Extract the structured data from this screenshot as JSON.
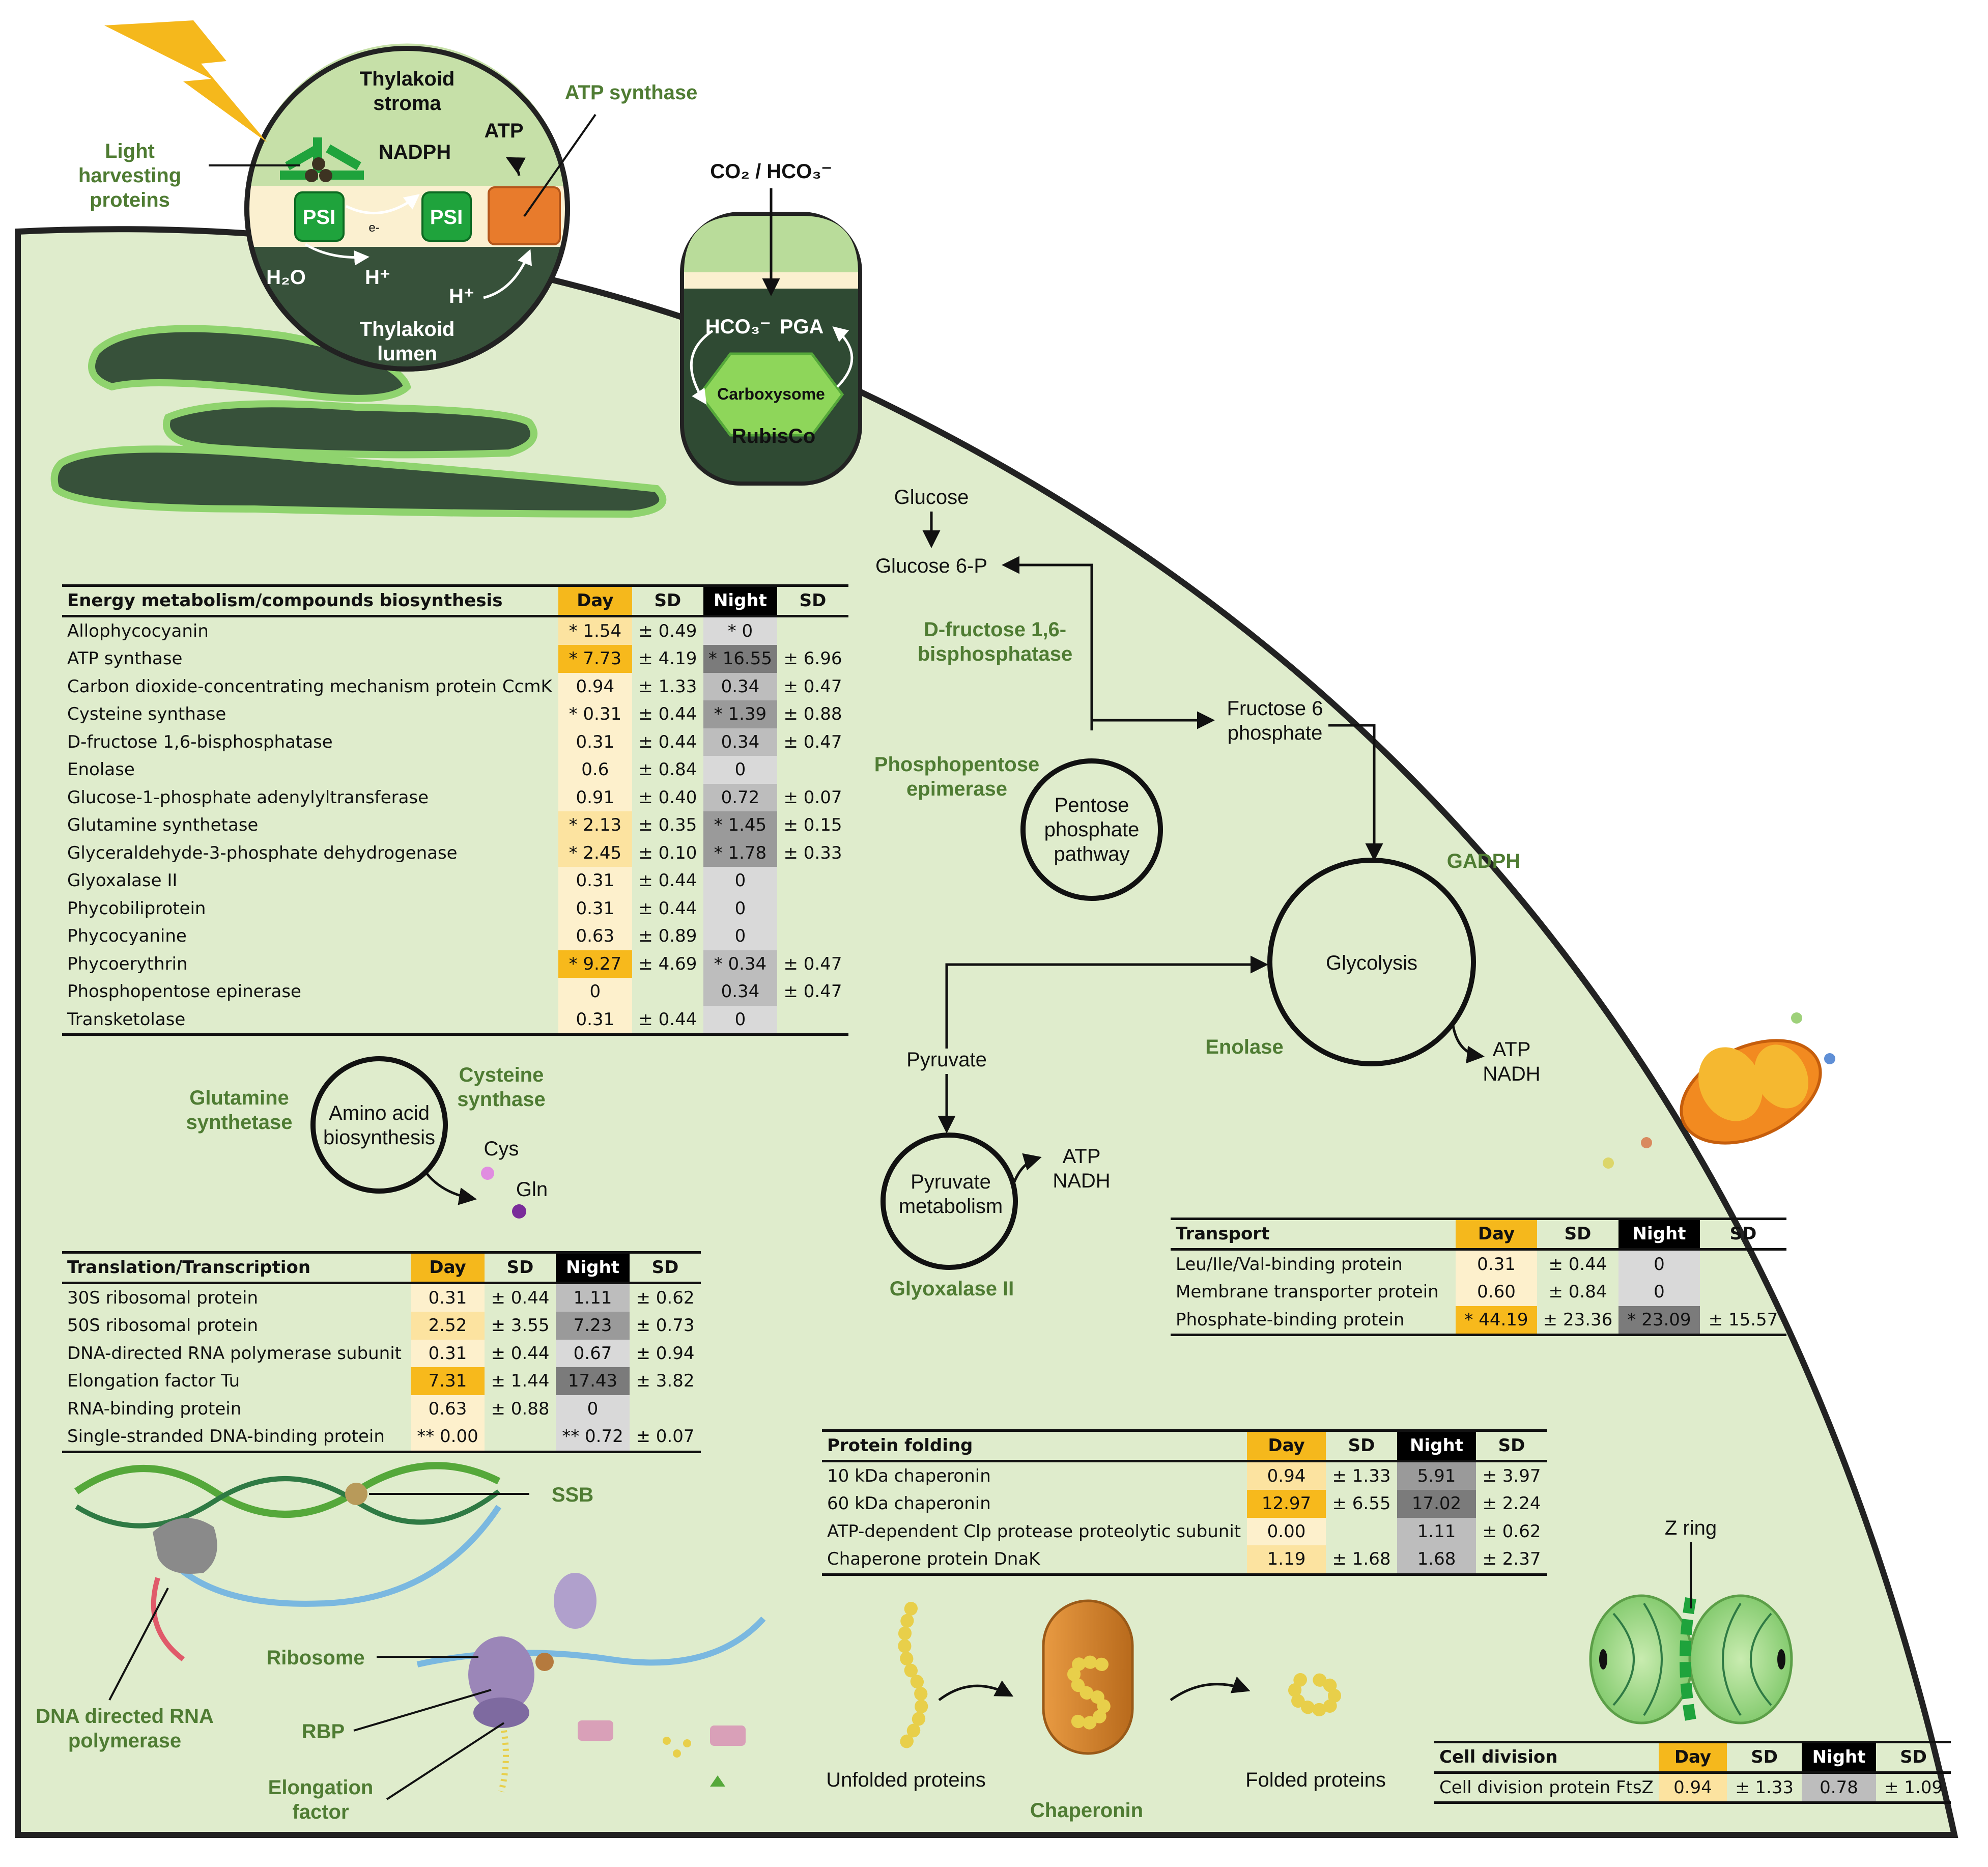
{
  "colors": {
    "cell": "#dfeccc",
    "green_text": "#4f7c33",
    "day": "#f5b81c",
    "night": "#000000"
  },
  "thylakoid": {
    "stroma": "Thylakoid\nstroma",
    "nadph": "NADPH",
    "atp": "ATP",
    "psi1": "PSI",
    "psi2": "PSI",
    "electron": "e-",
    "h2o": "H₂O",
    "hplus1": "H⁺",
    "hplus2": "H⁺",
    "lumen": "Thylakoid\nlumen",
    "light_harvesting": "Light\nharvesting\nproteins",
    "atp_synthase": "ATP synthase"
  },
  "carboxysome": {
    "co2": "CO₂ / HCO₃⁻",
    "hco3": "HCO₃⁻",
    "pga": "PGA",
    "name": "Carboxysome",
    "rubisco": "RubisCo"
  },
  "pathway": {
    "glucose": "Glucose",
    "glucose6p": "Glucose 6-P",
    "fbpase": "D-fructose 1,6-\nbisphosphatase",
    "f6p": "Fructose 6\nphosphate",
    "ppe": "Phosphopentose\nepimerase",
    "ppp": "Pentose\nphosphate\npathway",
    "gadph": "GADPH",
    "glycolysis": "Glycolysis",
    "enolase": "Enolase",
    "atp_nadh_1": "ATP\nNADH",
    "pyruvate": "Pyruvate",
    "pyr_met": "Pyruvate\nmetabolism",
    "atp_nadh_2": "ATP\nNADH",
    "glyoxalase": "Glyoxalase II"
  },
  "amino": {
    "gs": "Glutamine\nsynthetase",
    "center": "Amino acid\nbiosynthesis",
    "cs": "Cysteine\nsynthase",
    "cys": "Cys",
    "gln": "Gln"
  },
  "labels": {
    "ssb": "SSB",
    "ribosome": "Ribosome",
    "dna_pol": "DNA directed RNA\npolymerase",
    "rbp": "RBP",
    "ef": "Elongation\nfactor",
    "unfolded": "Unfolded proteins",
    "chaperonin": "Chaperonin",
    "folded": "Folded proteins",
    "zring": "Z ring"
  },
  "tables": {
    "energy": {
      "title": "Energy metabolism/compounds biosynthesis",
      "h_day": "Day",
      "h_sd1": "SD",
      "h_night": "Night",
      "h_sd2": "SD",
      "rows": [
        {
          "name": "Allophycocyanin",
          "day": "* 1.54",
          "sd1": "± 0.49",
          "night": "* 0",
          "sd2": "",
          "dc": "d1",
          "nc": "n0"
        },
        {
          "name": "ATP synthase",
          "day": "* 7.73",
          "sd1": "± 4.19",
          "night": "* 16.55",
          "sd2": "± 6.96",
          "dc": "d3",
          "nc": "n3"
        },
        {
          "name": "Carbon dioxide-concentrating mechanism protein CcmK",
          "day": "0.94",
          "sd1": "± 1.33",
          "night": "0.34",
          "sd2": "± 0.47",
          "dc": "d0",
          "nc": "n1"
        },
        {
          "name": "Cysteine synthase",
          "day": "* 0.31",
          "sd1": "± 0.44",
          "night": "* 1.39",
          "sd2": "± 0.88",
          "dc": "d0",
          "nc": "n2"
        },
        {
          "name": "D-fructose 1,6-bisphosphatase",
          "day": "0.31",
          "sd1": "± 0.44",
          "night": "0.34",
          "sd2": "± 0.47",
          "dc": "d0",
          "nc": "n1"
        },
        {
          "name": "Enolase",
          "day": "0.6",
          "sd1": "± 0.84",
          "night": "0",
          "sd2": "",
          "dc": "d0",
          "nc": "n0"
        },
        {
          "name": "Glucose-1-phosphate adenylyltransferase",
          "day": "0.91",
          "sd1": "± 0.40",
          "night": "0.72",
          "sd2": "± 0.07",
          "dc": "d0",
          "nc": "n1"
        },
        {
          "name": "Glutamine synthetase",
          "day": "* 2.13",
          "sd1": "± 0.35",
          "night": "* 1.45",
          "sd2": "± 0.15",
          "dc": "d1",
          "nc": "n2"
        },
        {
          "name": "Glyceraldehyde-3-phosphate dehydrogenase",
          "day": "* 2.45",
          "sd1": "± 0.10",
          "night": "* 1.78",
          "sd2": "± 0.33",
          "dc": "d1",
          "nc": "n2"
        },
        {
          "name": "Glyoxalase II",
          "day": "0.31",
          "sd1": "± 0.44",
          "night": "0",
          "sd2": "",
          "dc": "d0",
          "nc": "n0"
        },
        {
          "name": "Phycobiliprotein",
          "day": "0.31",
          "sd1": "± 0.44",
          "night": "0",
          "sd2": "",
          "dc": "d0",
          "nc": "n0"
        },
        {
          "name": "Phycocyanine",
          "day": "0.63",
          "sd1": "± 0.89",
          "night": "0",
          "sd2": "",
          "dc": "d0",
          "nc": "n0"
        },
        {
          "name": "Phycoerythrin",
          "day": "* 9.27",
          "sd1": "± 4.69",
          "night": "* 0.34",
          "sd2": "± 0.47",
          "dc": "d3",
          "nc": "n1"
        },
        {
          "name": "Phosphopentose epinerase",
          "day": "0",
          "sd1": "",
          "night": "0.34",
          "sd2": "± 0.47",
          "dc": "d0",
          "nc": "n1"
        },
        {
          "name": "Transketolase",
          "day": "0.31",
          "sd1": "± 0.44",
          "night": "0",
          "sd2": "",
          "dc": "d0",
          "nc": "n0"
        }
      ]
    },
    "translation": {
      "title": "Translation/Transcription",
      "h_day": "Day",
      "h_sd1": "SD",
      "h_night": "Night",
      "h_sd2": "SD",
      "rows": [
        {
          "name": "30S ribosomal protein",
          "day": "0.31",
          "sd1": "± 0.44",
          "night": "1.11",
          "sd2": "± 0.62",
          "dc": "d0",
          "nc": "n1"
        },
        {
          "name": "50S ribosomal protein",
          "day": "2.52",
          "sd1": "± 3.55",
          "night": "7.23",
          "sd2": "± 0.73",
          "dc": "d1",
          "nc": "n2"
        },
        {
          "name": "DNA-directed RNA polymerase subunit",
          "day": "0.31",
          "sd1": "± 0.44",
          "night": "0.67",
          "sd2": "± 0.94",
          "dc": "d0",
          "nc": "n0"
        },
        {
          "name": "Elongation factor Tu",
          "day": "7.31",
          "sd1": "± 1.44",
          "night": "17.43",
          "sd2": "± 3.82",
          "dc": "d3",
          "nc": "n3"
        },
        {
          "name": "RNA-binding protein",
          "day": "0.63",
          "sd1": "± 0.88",
          "night": "0",
          "sd2": "",
          "dc": "d0",
          "nc": "n0"
        },
        {
          "name": "Single-stranded DNA-binding protein",
          "day": "** 0.00",
          "sd1": "",
          "night": "** 0.72",
          "sd2": "± 0.07",
          "dc": "d0",
          "nc": "n0"
        }
      ]
    },
    "transport": {
      "title": "Transport",
      "h_day": "Day",
      "h_sd1": "SD",
      "h_night": "Night",
      "h_sd2": "SD",
      "rows": [
        {
          "name": "Leu/Ile/Val-binding protein",
          "day": "0.31",
          "sd1": "± 0.44",
          "night": "0",
          "sd2": "",
          "dc": "d0",
          "nc": "n0"
        },
        {
          "name": "Membrane transporter protein",
          "day": "0.60",
          "sd1": "± 0.84",
          "night": "0",
          "sd2": "",
          "dc": "d0",
          "nc": "n0"
        },
        {
          "name": "Phosphate-binding protein",
          "day": "* 44.19",
          "sd1": "± 23.36",
          "night": "* 23.09",
          "sd2": "± 15.57",
          "dc": "d3",
          "nc": "n3"
        }
      ]
    },
    "folding": {
      "title": "Protein folding",
      "h_day": "Day",
      "h_sd1": "SD",
      "h_night": "Night",
      "h_sd2": "SD",
      "rows": [
        {
          "name": "10 kDa chaperonin",
          "day": "0.94",
          "sd1": "± 1.33",
          "night": "5.91",
          "sd2": "± 3.97",
          "dc": "d1",
          "nc": "n2"
        },
        {
          "name": "60 kDa chaperonin",
          "day": "12.97",
          "sd1": "± 6.55",
          "night": "17.02",
          "sd2": "± 2.24",
          "dc": "d3",
          "nc": "n3"
        },
        {
          "name": "ATP-dependent Clp protease proteolytic subunit",
          "day": "0.00",
          "sd1": "",
          "night": "1.11",
          "sd2": "± 0.62",
          "dc": "d0",
          "nc": "n1"
        },
        {
          "name": "Chaperone protein DnaK",
          "day": "1.19",
          "sd1": "± 1.68",
          "night": "1.68",
          "sd2": "± 2.37",
          "dc": "d1",
          "nc": "n1"
        }
      ]
    },
    "division": {
      "title": "Cell division",
      "h_day": "Day",
      "h_sd1": "SD",
      "h_night": "Night",
      "h_sd2": "SD",
      "rows": [
        {
          "name": "Cell division protein FtsZ",
          "day": "0.94",
          "sd1": "± 1.33",
          "night": "0.78",
          "sd2": "± 1.09",
          "dc": "d1",
          "nc": "n1"
        }
      ]
    }
  }
}
